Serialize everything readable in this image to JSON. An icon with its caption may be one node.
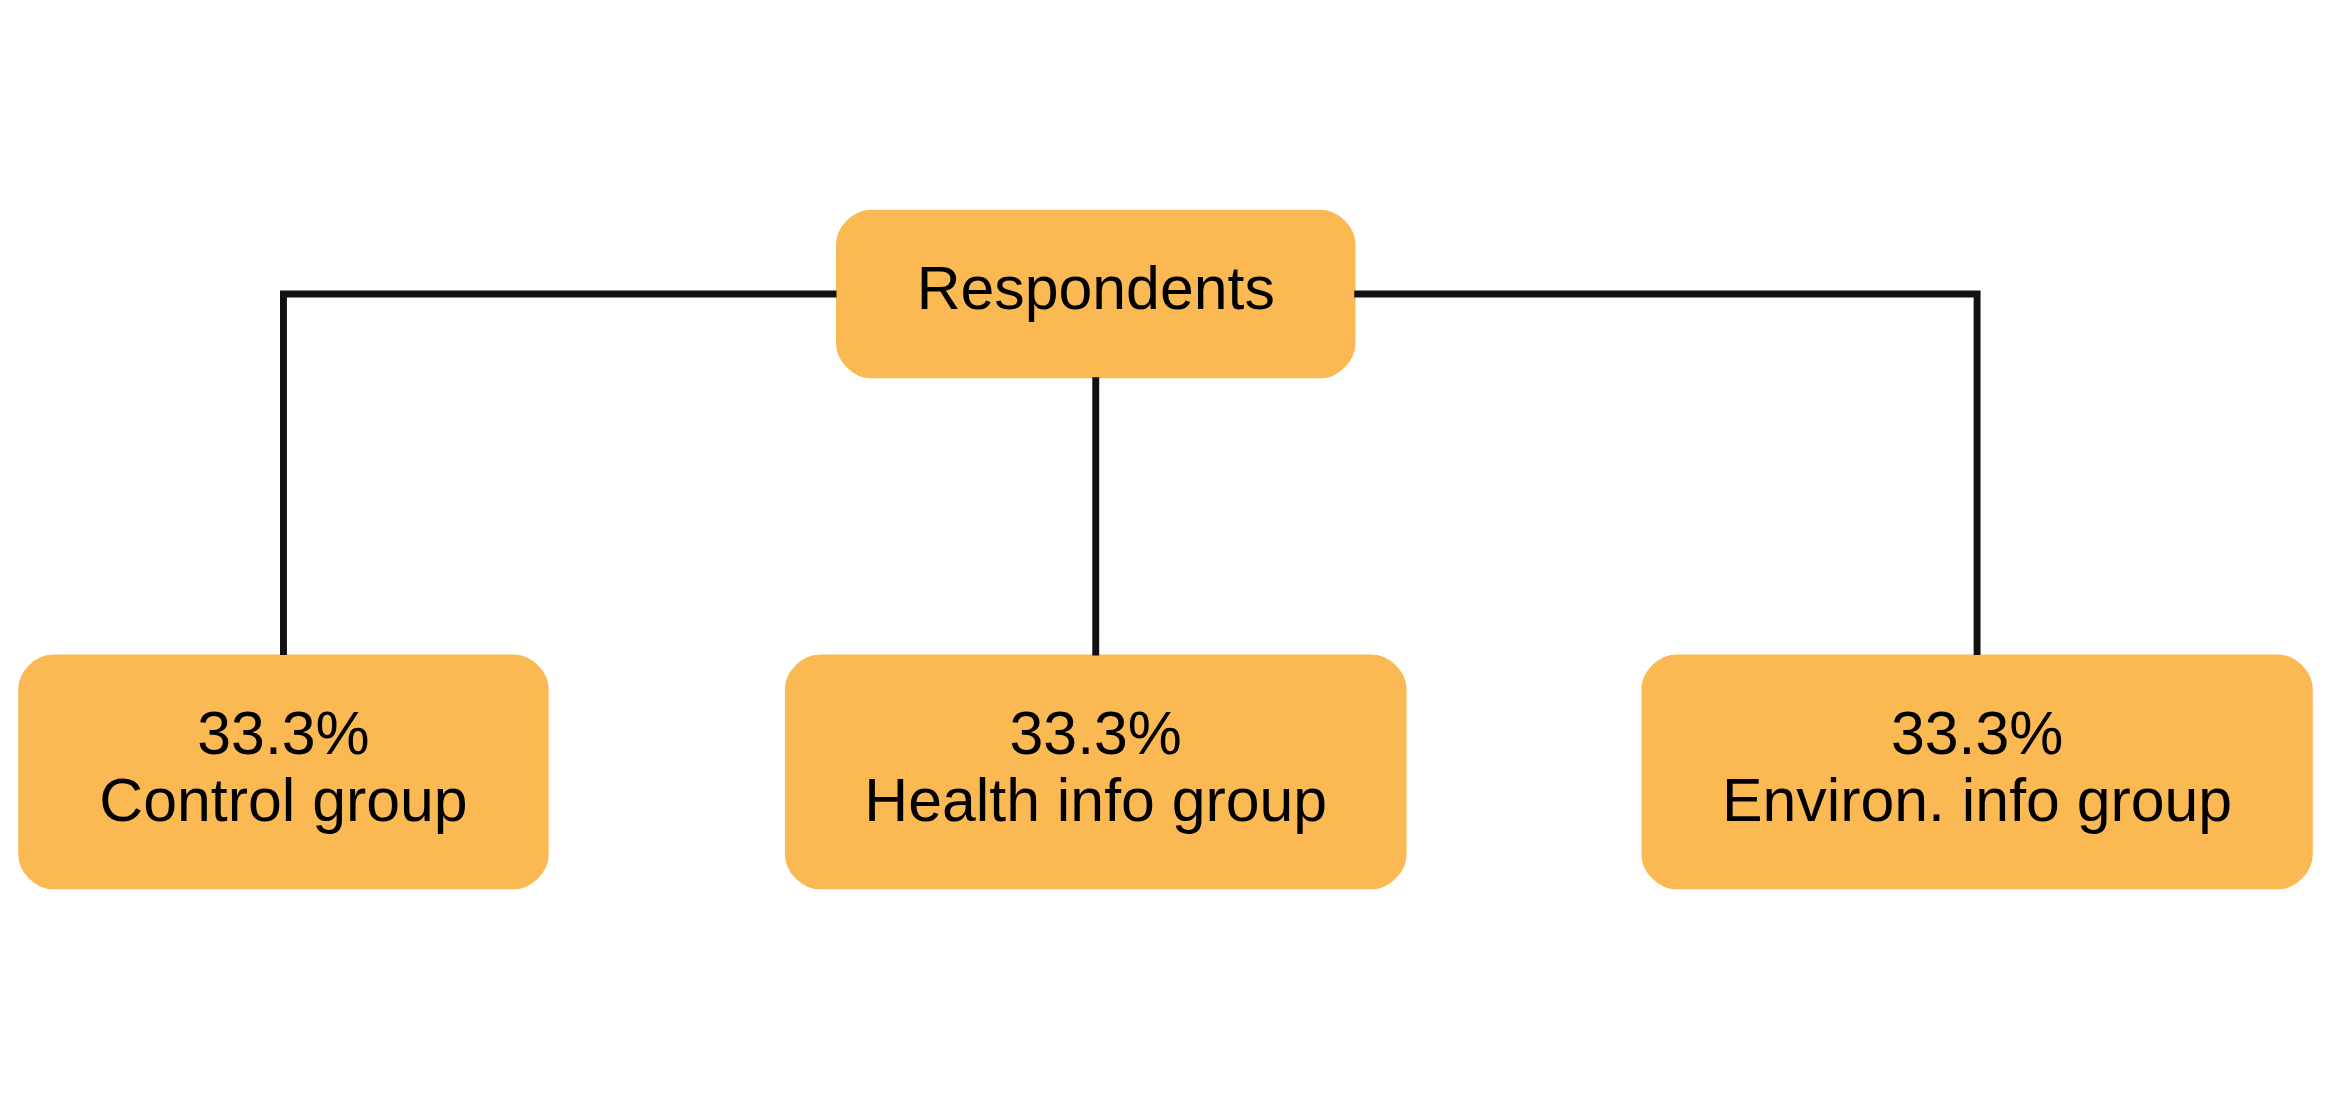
{
  "diagram": {
    "nodes": [
      {
        "text": [
          "Respondents"
        ]
      },
      {
        "text": [
          "33.3%",
          "Control group"
        ]
      },
      {
        "text": [
          "33.3%",
          "Health info group"
        ]
      },
      {
        "text": [
          "33.3%",
          "Environ. info group"
        ]
      }
    ],
    "edges": [
      {
        "from": 0,
        "to": 1,
        "arrow": "none"
      },
      {
        "from": 0,
        "to": 2,
        "arrow": "none"
      },
      {
        "from": 0,
        "to": 3,
        "arrow": "none"
      }
    ]
  }
}
